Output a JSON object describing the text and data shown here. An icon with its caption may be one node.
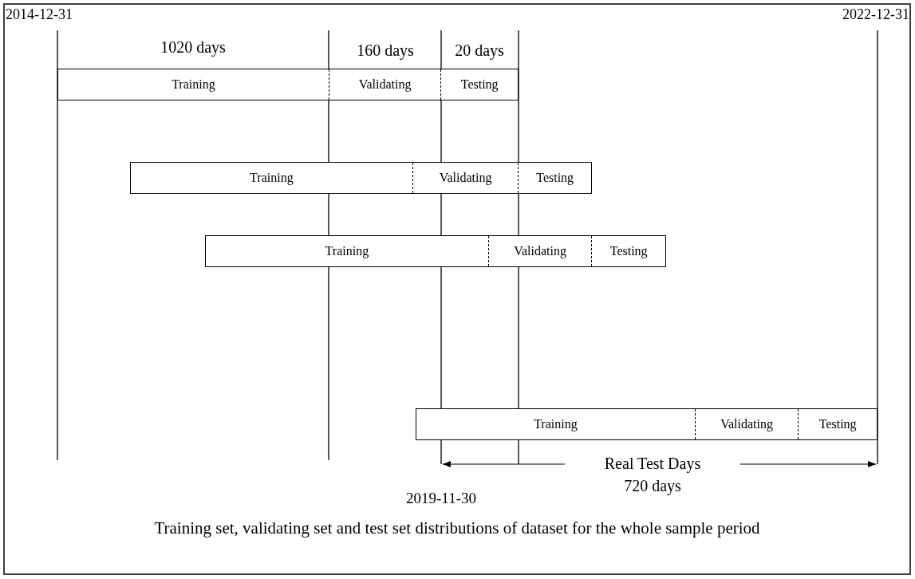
{
  "diagram": {
    "caption": "Training set, validating set and test set distributions of dataset for the whole sample period",
    "nodes": [
      {
        "text": [
          "Training",
          "Validating",
          "Testing"
        ]
      },
      {
        "text": [
          "Training",
          "Validating",
          "Testing"
        ]
      },
      {
        "text": [
          "Training",
          "Validating",
          "Testing"
        ]
      },
      {
        "text": [
          "Training",
          "Validating",
          "Testing"
        ]
      }
    ],
    "edges": [],
    "labels": [
      "2014-12-31",
      "2022-12-31",
      "1020 days",
      "160 days",
      "20 days",
      "Real Test Days",
      "720 days",
      "2019-11-30"
    ]
  }
}
